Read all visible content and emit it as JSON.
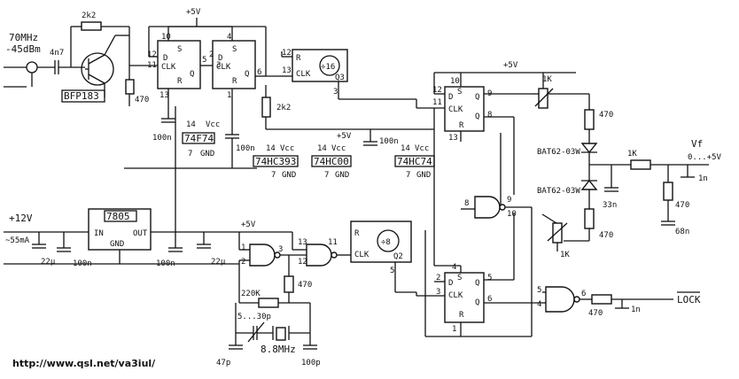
{
  "input": {
    "freq": "70MHz",
    "level": "-45dBm"
  },
  "transistor": {
    "part": "BFP183",
    "r_collector": "2k2",
    "r_bias": "470",
    "c_in": "4n7"
  },
  "ic_74F74": {
    "part": "74F74",
    "pins": [
      "10",
      "12",
      "11",
      "13",
      "2",
      "3",
      "4",
      "1",
      "5",
      "6",
      "S",
      "D",
      "CLK",
      "R",
      "Q",
      "Q"
    ],
    "vcc_pin": "14",
    "gnd_pin": "7"
  },
  "ic_74HC393": {
    "part": "74HC393",
    "vcc_pin": "14",
    "gnd_pin": "7",
    "div_label": "÷16",
    "div_name": "Q3",
    "pins": [
      "12",
      "13",
      "3"
    ],
    "pin_labels": [
      "R",
      "CLK"
    ]
  },
  "ic_74HC00": {
    "part": "74HC00",
    "vcc_pin": "14",
    "gnd_pin": "7"
  },
  "ic_74HC74": {
    "part": "74HC74",
    "vcc_pin": "14",
    "gnd_pin": "7"
  },
  "supply": {
    "plus5": "+5V",
    "vcc": "Vcc",
    "gnd": "GND",
    "plus12": "+12V",
    "current": "~55mA"
  },
  "decoupling": {
    "c1": "100n",
    "c2": "100n",
    "c3": "100n",
    "c4": "100n",
    "c5": "22µ",
    "c6": "22µ"
  },
  "regulator": {
    "part": "7805",
    "in": "IN",
    "out": "OUT",
    "gnd": "GND"
  },
  "oscillator": {
    "r_feedback": "220K",
    "r_out": "470",
    "trimmer": "5...30p",
    "crystal": "8.8MHz",
    "c_left": "47p",
    "c_right": "100p"
  },
  "divider8": {
    "label": "÷8",
    "name": "Q2",
    "pins": [
      "R",
      "CLK",
      "5"
    ]
  },
  "r_mid": "2k2",
  "nand_pins": {
    "g1": [
      "1",
      "2",
      "3"
    ],
    "g2": [
      "12",
      "13",
      "11"
    ],
    "g3": [
      "8",
      "9",
      "10"
    ],
    "g4": [
      "4",
      "5",
      "6"
    ]
  },
  "ff_upper": {
    "pins": [
      "12",
      "10",
      "11",
      "9",
      "8",
      "13"
    ],
    "labels": [
      "D",
      "S",
      "CLK",
      "Q",
      "Q",
      "R"
    ]
  },
  "ff_lower": {
    "pins": [
      "2",
      "4",
      "3",
      "5",
      "6",
      "1"
    ],
    "labels": [
      "D",
      "S",
      "CLK",
      "Q",
      "Q",
      "R"
    ]
  },
  "output": {
    "r_series": "470",
    "diode_top": "BAT62-03W",
    "diode_bot": "BAT62-03W",
    "pot_top": "1K",
    "pot_bot": "1K",
    "r_bot": "470",
    "r_lp": "1K",
    "c_lp1": "33n",
    "r_load": "470",
    "c_lp2": "68n",
    "vf": "Vf",
    "vf_range": "0...+5V",
    "l_vf": "1n"
  },
  "lock": {
    "label": "LOCK",
    "r": "470",
    "l": "1n"
  },
  "url": "http://www.qsl.net/va3iul/"
}
